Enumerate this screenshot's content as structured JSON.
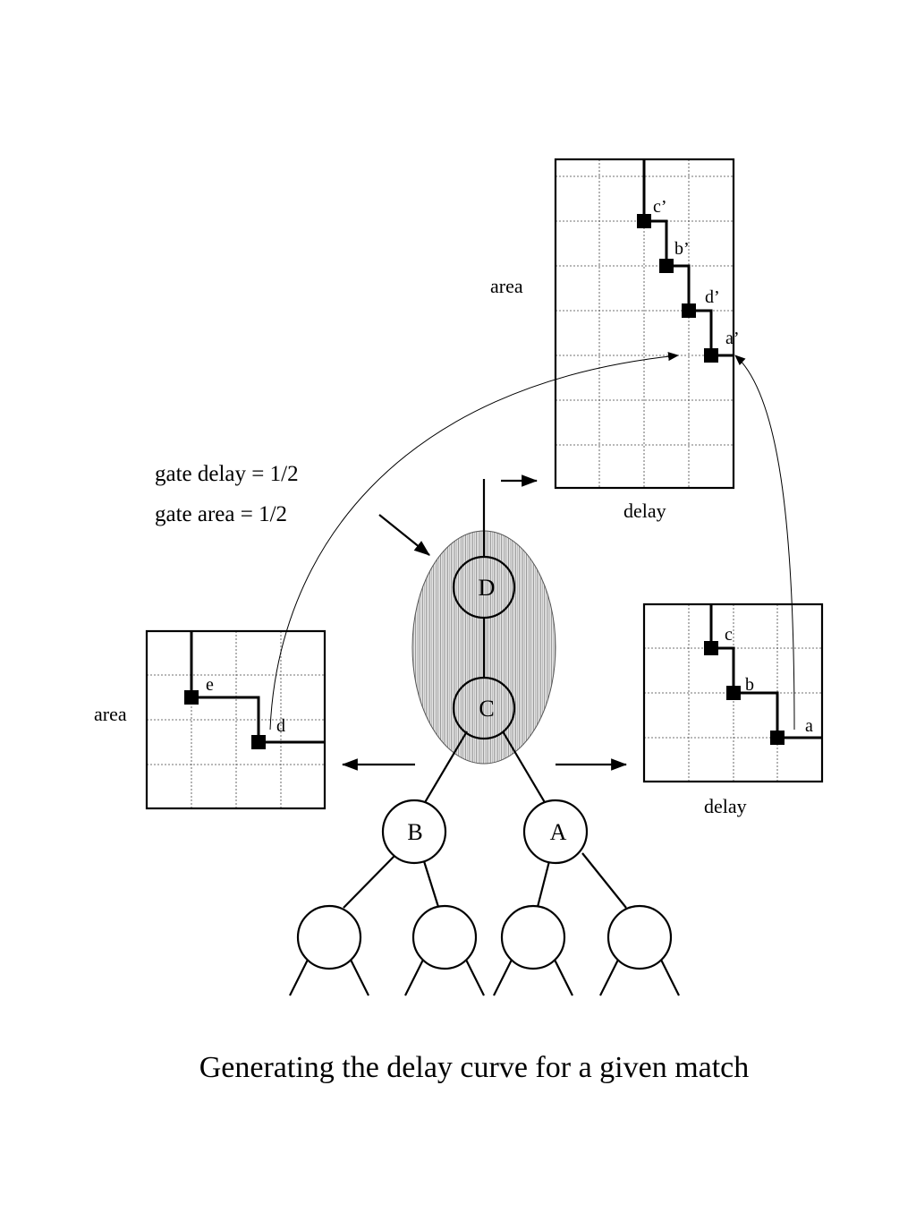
{
  "caption": "Generating the delay curve for a given match",
  "gate_info": {
    "delay_text": "gate delay = 1/2",
    "area_text": "gate area = 1/2"
  },
  "nodes": {
    "d": "D",
    "c": "C",
    "b": "B",
    "a": "A"
  },
  "plot_top": {
    "ylabel": "area",
    "xlabel": "delay",
    "points": [
      "c’",
      "b’",
      "d’",
      "a’"
    ]
  },
  "plot_left": {
    "ylabel": "area",
    "xlabel": "",
    "points": [
      "e",
      "d"
    ]
  },
  "plot_right": {
    "ylabel": "",
    "xlabel": "delay",
    "points": [
      "c",
      "b",
      "a"
    ]
  },
  "colors": {
    "ink": "#000000",
    "shade": "#c8c8c8",
    "background": "#ffffff"
  }
}
